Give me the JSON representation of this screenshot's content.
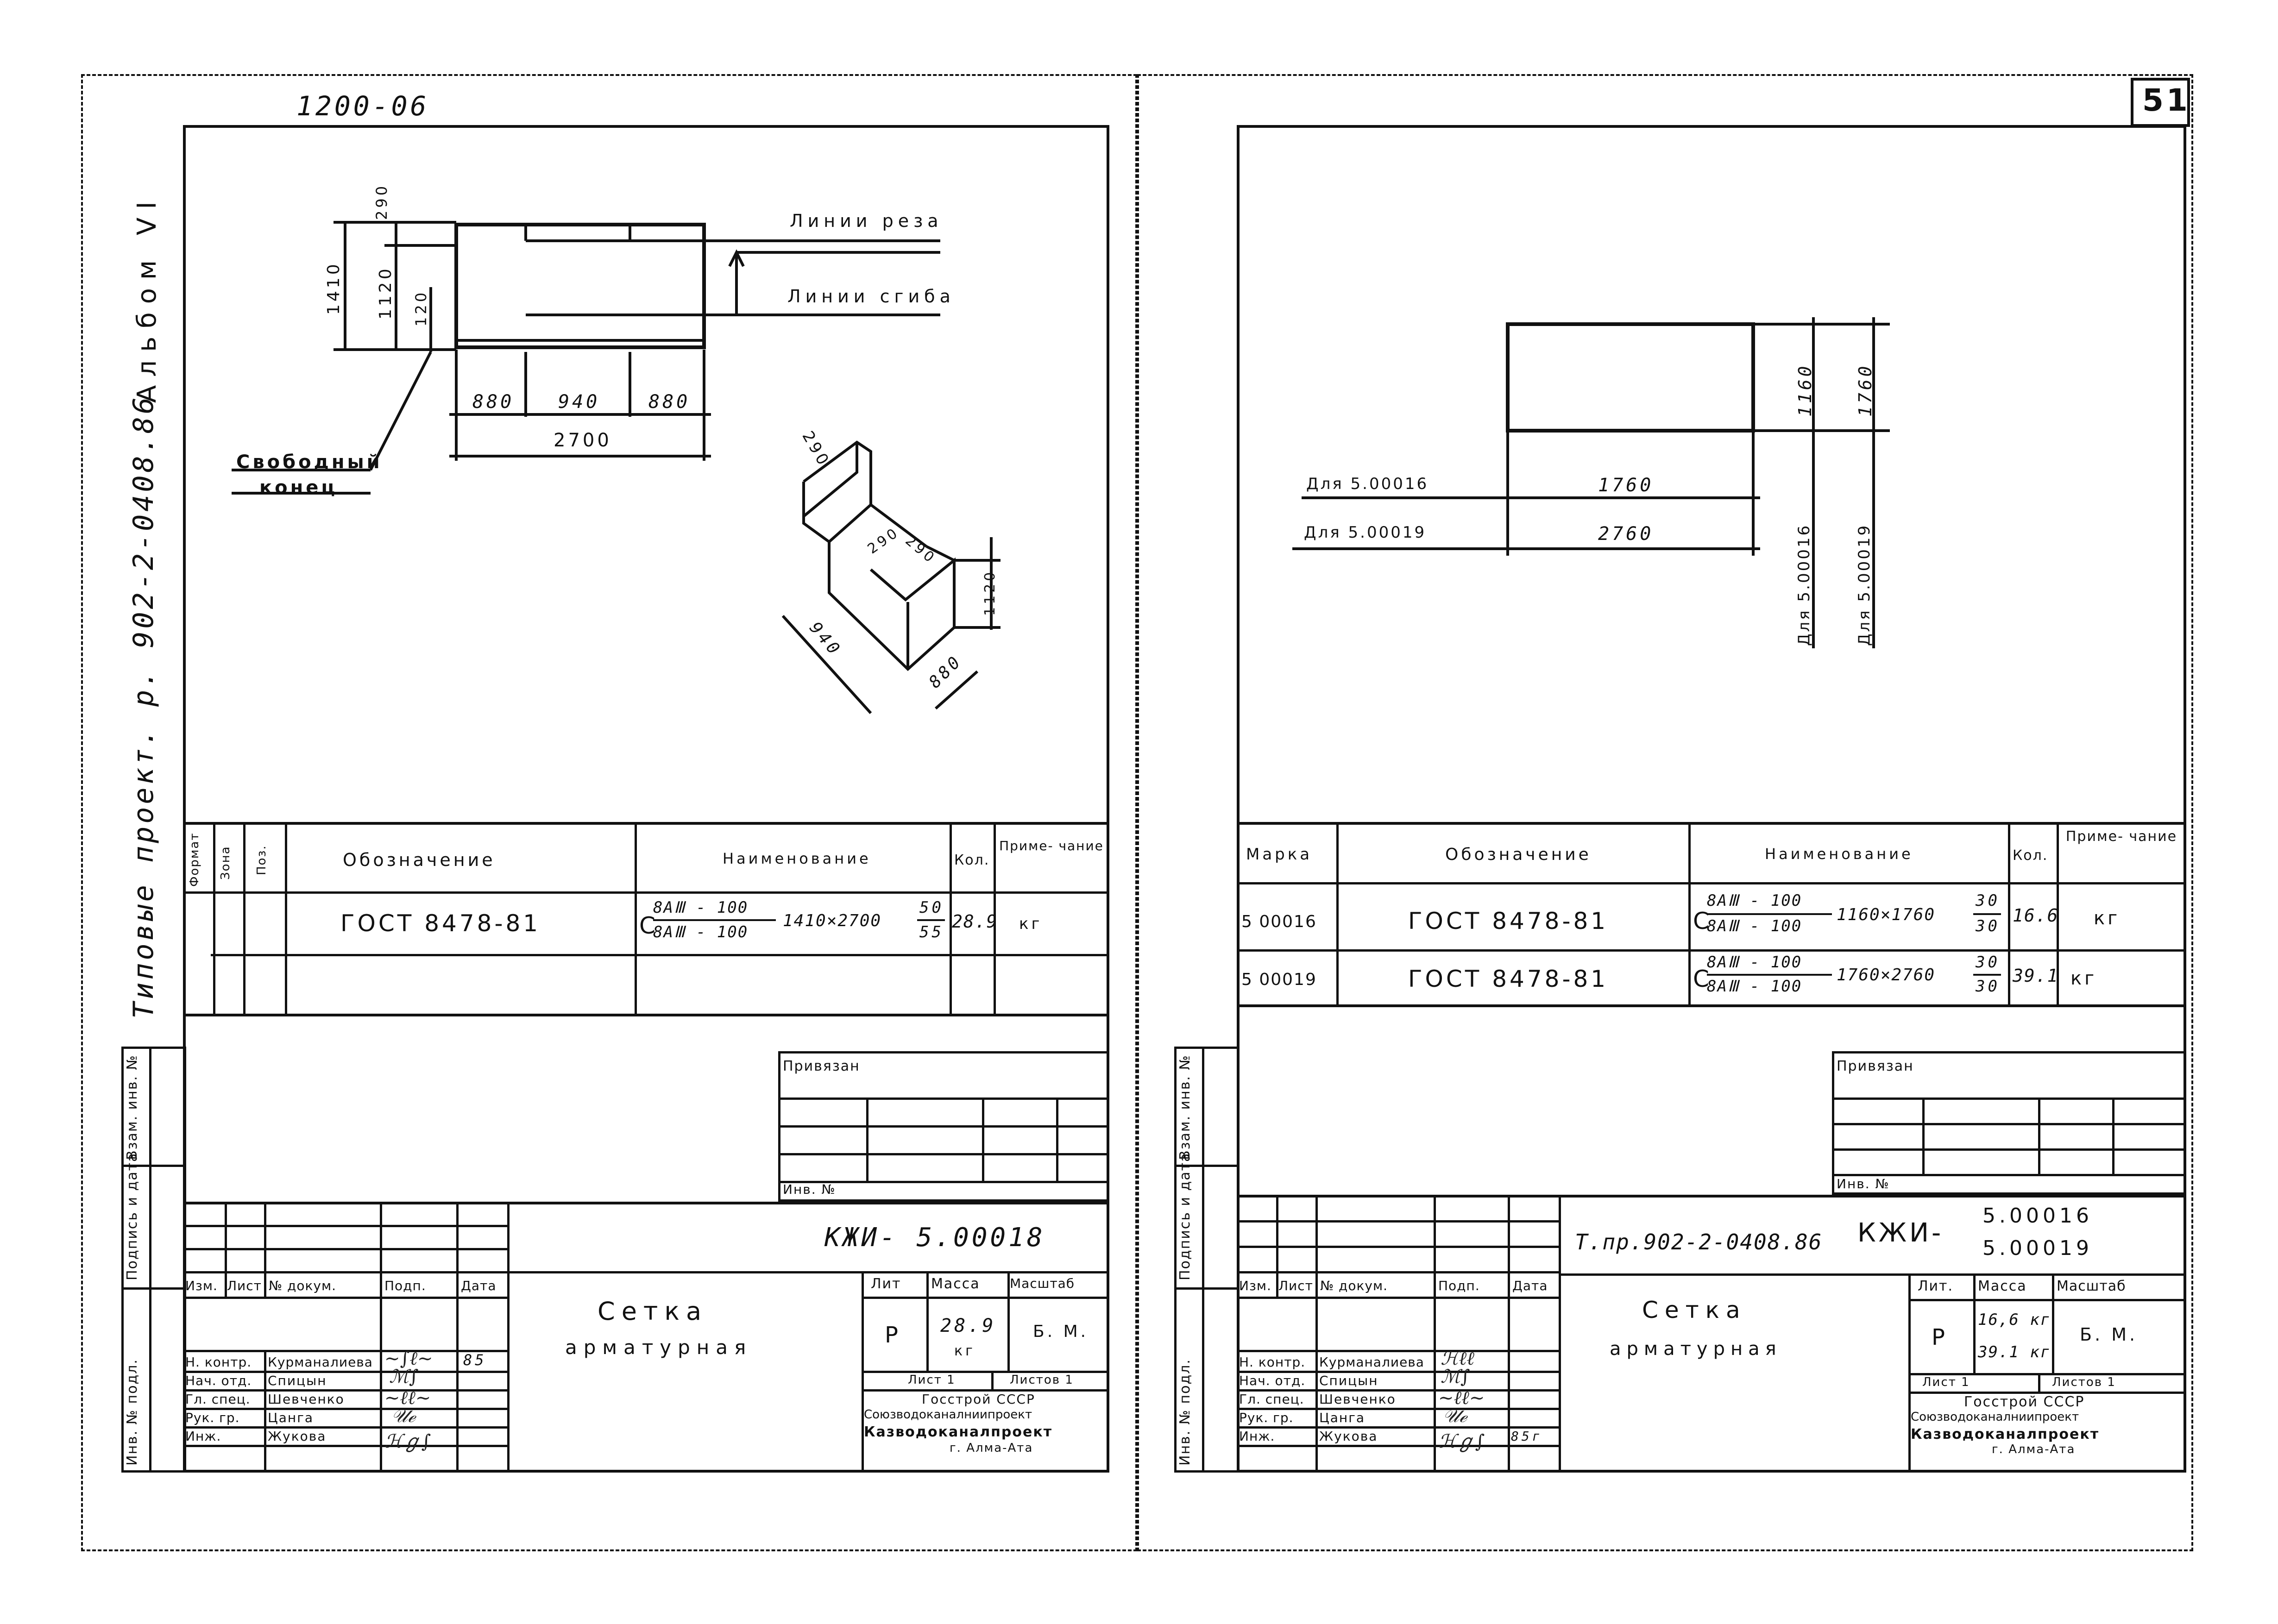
{
  "page": {
    "sheet_number": "51",
    "top_code": "1200-06",
    "album": "Альбом VI",
    "project_left": "Типовые проект. р. 902-2-0408.86",
    "side_labels": [
      "Инв. № подл.",
      "Подпись и дата",
      "Взам. инв. №"
    ]
  },
  "left": {
    "drawing": {
      "cut_lines": "Линии реза",
      "bend_lines": "Линии сгиба",
      "free_end_1": "Свободный",
      "free_end_2": "конец",
      "dims": {
        "d290": "290",
        "d1410": "1410",
        "d1120": "1120",
        "d120": "120",
        "d880a": "880",
        "d940": "940",
        "d880b": "880",
        "d2700": "2700"
      },
      "iso_dims": {
        "d290a": "290",
        "d290b": "290",
        "d290c": "290",
        "d1120": "1120",
        "d940": "940",
        "d880": "880"
      }
    },
    "spec": {
      "headers": {
        "format": "Формат",
        "zone": "Зона",
        "pos": "Поз.",
        "designation": "Обозначение",
        "name": "Наименование",
        "qty": "Кол.",
        "note": "Приме- чание"
      },
      "row": {
        "designation": "ГОСТ 8478-81",
        "name_c": "С",
        "name_num": "8АⅢ - 100",
        "name_den": "8АⅢ - 100",
        "name_size": "1410×2700",
        "frac_num": "50",
        "frac_den": "55",
        "qty": "28.9",
        "note": "кг"
      }
    },
    "title": {
      "linked": "Привязан",
      "inv": "Инв. №",
      "code": "КЖИ- 5.00018",
      "name1": "Сетка",
      "name2": "арматурная",
      "col_heads": [
        "Изм.",
        "Лист",
        "№ докум.",
        "Подп.",
        "Дата"
      ],
      "lit_head": "Лит",
      "mass_head": "Масса",
      "scale_head": "Масштаб",
      "lit": "Р",
      "mass": "28.9",
      "mass_unit": "кг",
      "scale": "Б. М.",
      "sheet": "Лист 1",
      "sheets": "Листов 1",
      "org1": "Госстрой СССР",
      "org2": "Союзводоканалниипроект",
      "org3": "Казводоканалпроект",
      "org4": "г. Алма-Ата",
      "roles": [
        "Н. контр.",
        "Нач. отд.",
        "Гл. спец.",
        "Рук. гр.",
        "Инж."
      ],
      "names": [
        "Курманалиева",
        "Спицын",
        "Шевченко",
        "Цанга",
        "Жукова"
      ],
      "dates": [
        "85",
        "",
        "",
        "",
        ""
      ]
    }
  },
  "right": {
    "drawing": {
      "for1": "Для 5.00016",
      "for2": "Для 5.00019",
      "d1760h": "1760",
      "d2760h": "2760",
      "d1160": "1160",
      "d1760v": "1760",
      "vfor1": "Для 5.00016",
      "vfor2": "Для 5.00019"
    },
    "spec": {
      "headers": {
        "mark": "Марка",
        "designation": "Обозначение",
        "name": "Наименование",
        "qty": "Кол.",
        "note": "Приме- чание"
      },
      "rows": [
        {
          "mark": "5 00016",
          "designation": "ГОСТ 8478-81",
          "c": "С",
          "num": "8АⅢ - 100",
          "den": "8АⅢ - 100",
          "size": "1160×1760",
          "fn": "30",
          "fd": "30",
          "qty": "16.6",
          "note": "кг"
        },
        {
          "mark": "5 00019",
          "designation": "ГОСТ 8478-81",
          "c": "С",
          "num": "8АⅢ - 100",
          "den": "8АⅢ - 100",
          "size": "1760×2760",
          "fn": "30",
          "fd": "30",
          "qty": "39.1",
          "note": "кг"
        }
      ]
    },
    "title": {
      "linked": "Привязан",
      "inv": "Инв. №",
      "project": "Т.пр.902-2-0408.86",
      "code": "КЖИ-",
      "code1": "5.00016",
      "code2": "5.00019",
      "name1": "Сетка",
      "name2": "арматурная",
      "col_heads": [
        "Изм.",
        "Лист",
        "№ докум.",
        "Подп.",
        "Дата"
      ],
      "lit_head": "Лит.",
      "mass_head": "Масса",
      "scale_head": "Масштаб",
      "lit": "Р",
      "mass1": "16,6 кг",
      "mass2": "39.1 кг",
      "scale": "Б. М.",
      "sheet": "Лист 1",
      "sheets": "Листов 1",
      "org1": "Госстрой СССР",
      "org2": "Союзводоканалниипроект",
      "org3": "Казводоканалпроект",
      "org4": "г. Алма-Ата",
      "roles": [
        "Н. контр.",
        "Нач. отд.",
        "Гл. спец.",
        "Рук. гр.",
        "Инж."
      ],
      "names": [
        "Курманалиева",
        "Спицын",
        "Шевченко",
        "Цанга",
        "Жукова"
      ],
      "dates": [
        "",
        "",
        "",
        "",
        "85г"
      ]
    }
  }
}
